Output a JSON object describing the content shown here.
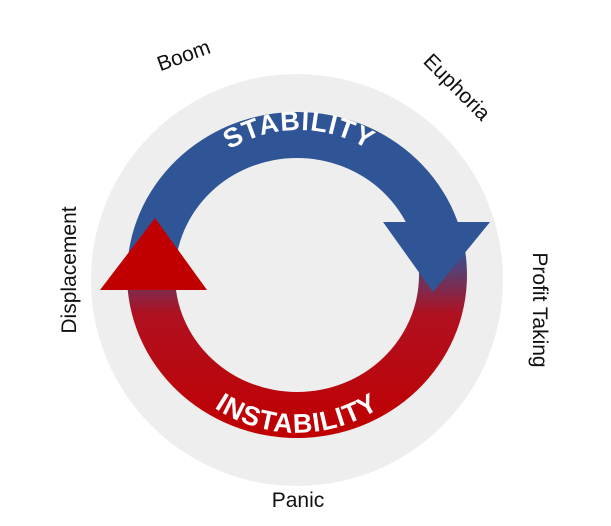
{
  "diagram": {
    "ring_top_label": "STABILITY",
    "ring_bottom_label": "INSTABILITY",
    "phases": {
      "boom": "Boom",
      "euphoria": "Euphoria",
      "profit_taking": "Profit Taking",
      "panic": "Panic",
      "displacement": "Displacement"
    },
    "colors": {
      "stability": "#2f5597",
      "instability": "#c00000",
      "background_disc": "#eeeeee"
    }
  }
}
